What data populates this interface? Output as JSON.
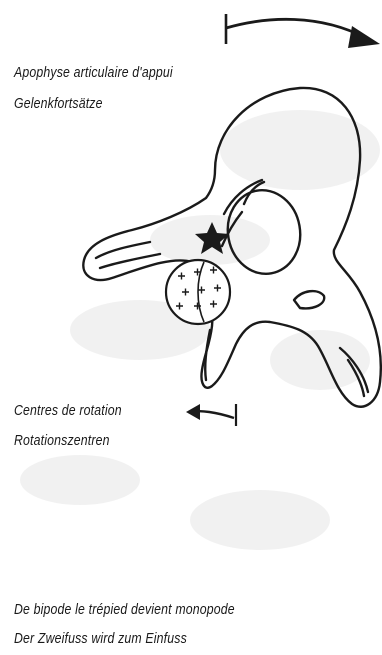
{
  "figure": {
    "labels": {
      "articular_fr": "Apophyse articulaire d'appui",
      "articular_de": "Gelenkfortsätze",
      "rotation_fr": "Centres de rotation",
      "rotation_de": "Rotationszentren",
      "bipod_fr": "De bipode le trépied devient monopode",
      "bipod_de": "Der Zweifuss wird zum Einfuss"
    },
    "colors": {
      "ink": "#1a1a1a",
      "background": "#ffffff",
      "texture": "#e6e6e6"
    },
    "icons": [
      "rotation-arrow-icon",
      "star-icon",
      "plus-icon",
      "rotation-arrow-small-icon"
    ]
  }
}
